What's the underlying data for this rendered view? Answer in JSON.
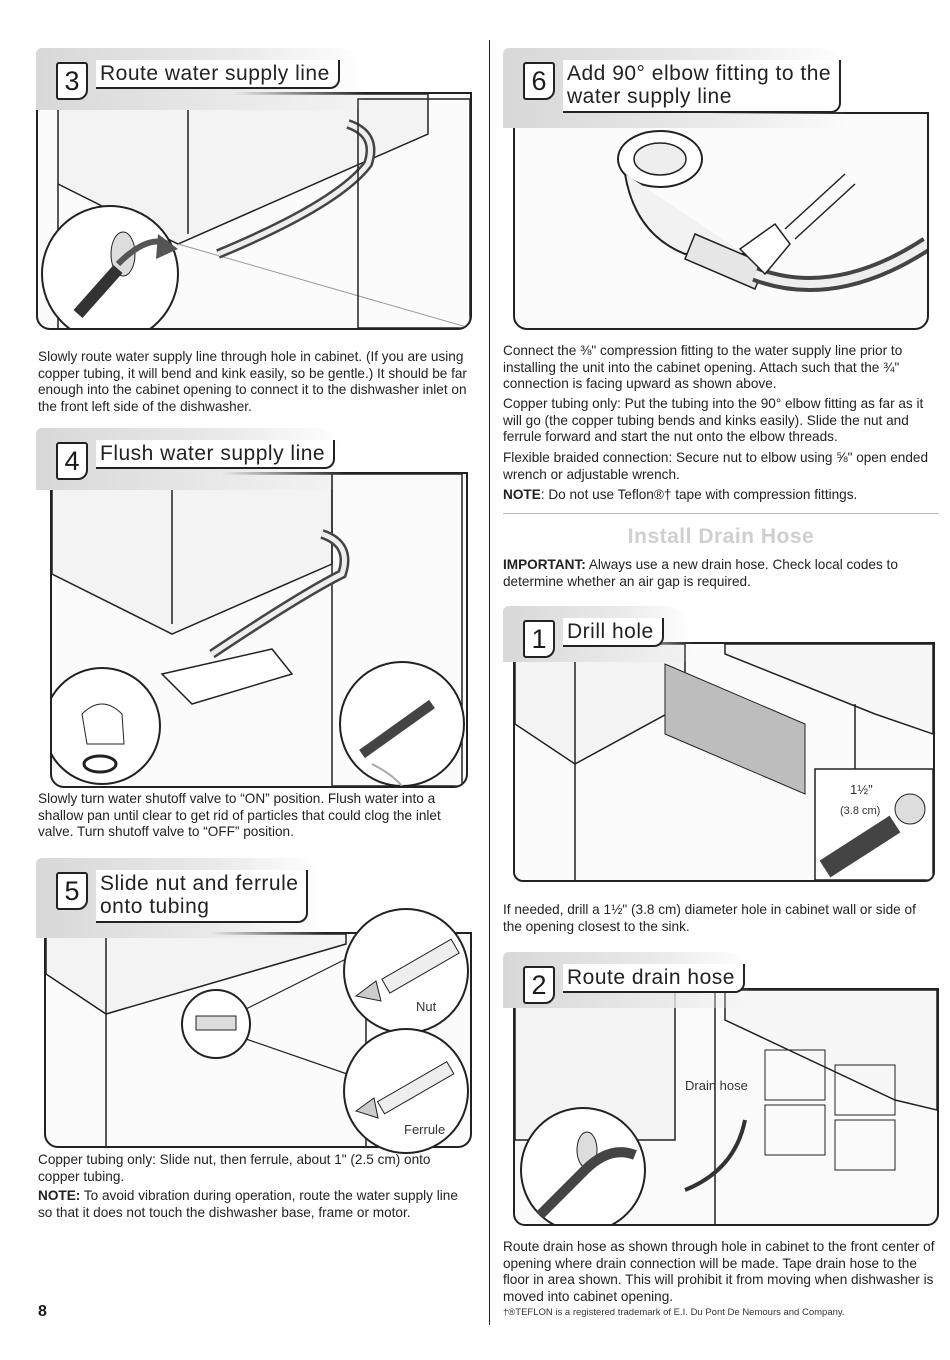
{
  "page_number": "8",
  "left_column": {
    "step3": {
      "number": "3",
      "title": "Route water supply line",
      "text": "Slowly route water supply line through hole in cabinet. (If you are using copper tubing, it will bend and kink easily, so be gentle.) It should be far enough into the cabinet opening to connect it to the dishwasher inlet on the front left side of the dishwasher."
    },
    "step4": {
      "number": "4",
      "title": "Flush water supply line",
      "text": "Slowly turn water shutoff valve to “ON” position. Flush water into a shallow pan until clear to get rid of particles that could clog the inlet valve. Turn shutoff valve to “OFF” position."
    },
    "step5": {
      "number": "5",
      "title_line1": "Slide nut and ferrule",
      "title_line2": "onto tubing",
      "label_nut": "Nut",
      "label_ferrule": "Ferrule",
      "text": "Copper tubing only: Slide nut, then ferrule, about 1\" (2.5 cm) onto copper tubing.",
      "note_label": "NOTE:",
      "note_text": " To avoid vibration during operation, route the water supply line so that it does not touch the dishwasher base, frame or motor."
    }
  },
  "right_column": {
    "step6": {
      "number": "6",
      "title_line1": "Add 90° elbow fitting to the",
      "title_line2": "water supply line",
      "para1": "Connect the ⅜\" compression fitting to the water supply line prior to installing the unit into the cabinet opening. Attach such that the ¾\" connection is facing upward as shown above.",
      "para2": "Copper tubing only: Put the tubing into the 90° elbow fitting as far as it will go (the copper tubing bends and kinks easily). Slide the nut and ferrule forward and start the nut onto the elbow threads.",
      "para3": "Flexible braided connection: Secure nut to elbow using ⅝\" open ended wrench or adjustable wrench.",
      "note_label": "NOTE",
      "note_text": ": Do not use Teflon®† tape with compression fittings."
    },
    "drain_section": {
      "heading": "Install Drain Hose",
      "important_label": "IMPORTANT:",
      "important_text": " Always use a new drain hose. Check local codes to determine whether an air gap is required."
    },
    "drill_step": {
      "number": "1",
      "title": "Drill hole",
      "label_size": "1½\"",
      "label_metric": "(3.8 cm)",
      "text": "If needed, drill a 1½\" (3.8 cm) diameter hole in cabinet wall or side of the opening closest to the sink."
    },
    "route_drain_step": {
      "number": "2",
      "title": "Route drain hose",
      "label_drain_hose": "Drain hose",
      "text": "Route drain hose as shown through hole in cabinet to the front center of opening where drain connection will be made. Tape drain hose to the floor in area shown. This will prohibit it from moving when dishwasher is moved into cabinet opening."
    },
    "footnote": "†®TEFLON is a registered trademark of E.I. Du Pont De Nemours and Company."
  },
  "colors": {
    "line": "#222222",
    "header_gray": "#d8d8d8",
    "heading_gray": "#cfcfcf"
  }
}
